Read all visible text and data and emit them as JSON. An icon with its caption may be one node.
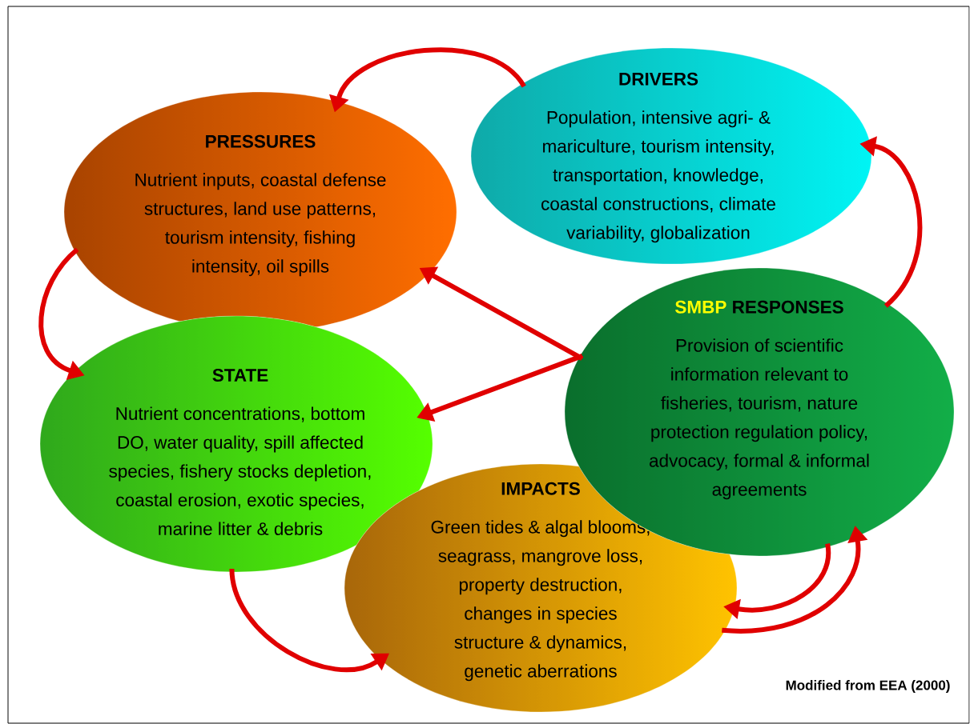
{
  "diagram": {
    "nodes": [
      {
        "text": [
          "DRIVERS",
          "Population, intensive agri- & mariculture, tourism intensity, transportation, knowledge, coastal constructions, climate variability, globalization"
        ]
      },
      {
        "text": [
          "PRESSURES",
          "Nutrient inputs, coastal defense structures, land use patterns, tourism intensity, fishing intensity, oil spills"
        ]
      },
      {
        "text": [
          "STATE",
          "Nutrient concentrations, bottom DO, water quality, spill affected species, fishery stocks depletion, coastal erosion, exotic species, marine litter & debris"
        ]
      },
      {
        "text": [
          "SMBP",
          "RESPONSES",
          "Provision of scientific information relevant to fisheries, tourism, nature protection regulation policy, advocacy, formal & informal agreements"
        ]
      },
      {
        "text": [
          "IMPACTS",
          "Green tides & algal blooms, seagrass, mangrove loss, property destruction, changes in species structure & dynamics, genetic aberrations"
        ]
      }
    ],
    "edges": [
      {
        "from": 0,
        "to": 1,
        "arrow": "to"
      },
      {
        "from": 3,
        "to": 0,
        "arrow": "to"
      },
      {
        "from": 1,
        "to": 2,
        "arrow": "to"
      },
      {
        "from": 2,
        "to": 4,
        "arrow": "to"
      },
      {
        "from": 4,
        "to": 3,
        "arrow": "to"
      },
      {
        "from": 3,
        "to": 4,
        "arrow": "to"
      },
      {
        "from": 3,
        "to": 1,
        "arrow": "to"
      },
      {
        "from": 3,
        "to": 2,
        "arrow": "to"
      }
    ],
    "labels": [
      "Modified from EEA (2000)"
    ]
  }
}
